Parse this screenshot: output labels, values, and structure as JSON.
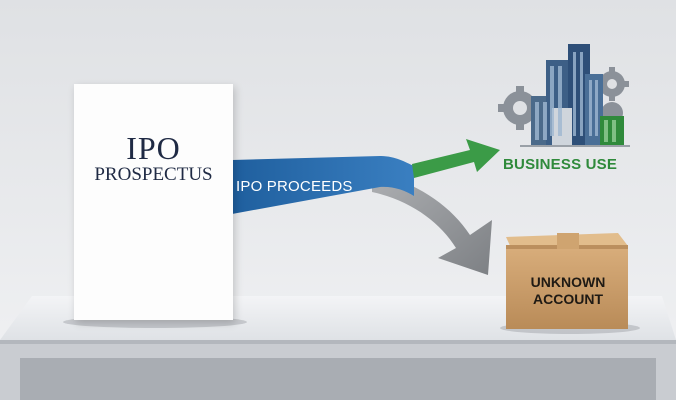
{
  "document": {
    "title": "IPO",
    "subtitle": "PROSPECTUS"
  },
  "flow": {
    "source_label": "IPO PROCEEDS"
  },
  "destinations": {
    "business": {
      "label": "BUSINESS USE",
      "color": "#2f8a3b"
    },
    "unknown": {
      "label_line1": "UNKNOWN",
      "label_line2": "ACCOUNT"
    }
  },
  "colors": {
    "proceeds_band": "#2d6fb1",
    "unknown_arrow": "#8c8e92",
    "box": "#c99c6a"
  }
}
